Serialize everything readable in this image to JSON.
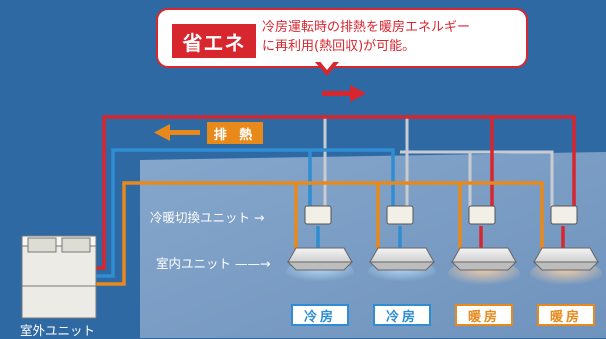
{
  "callout": {
    "badge": "省エネ",
    "line1": "冷房運転時の排熱を暖房エネルギー",
    "line2": "に再利用(熱回収)が可能。"
  },
  "exhaust_label": "排 熱",
  "labels": {
    "switch_unit": "冷暖切換ユニット →",
    "indoor_unit": "室内ユニット ——→",
    "outdoor_unit": "室外ユニット"
  },
  "units": [
    {
      "mode": "冷房",
      "type": "cool"
    },
    {
      "mode": "冷房",
      "type": "cool"
    },
    {
      "mode": "暖房",
      "type": "heat"
    },
    {
      "mode": "暖房",
      "type": "heat"
    }
  ],
  "colors": {
    "hot_pipe": "#d8262f",
    "cold_pipe": "#2f8dd1",
    "liquid_pipe": "#e8891c",
    "return_pipe": "#c8ccd2",
    "background": "#2f69a3",
    "room": "#7d9fc6"
  }
}
